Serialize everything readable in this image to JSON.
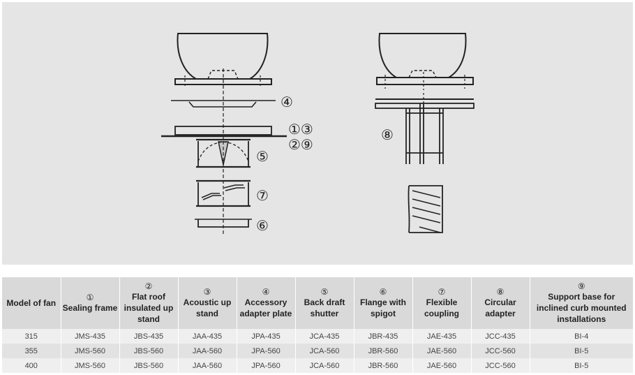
{
  "callouts": {
    "c4": "④",
    "c13": "①③",
    "c29": "②⑨",
    "c5": "⑤",
    "c7": "⑦",
    "c6": "⑥",
    "c8": "⑧"
  },
  "table": {
    "headers": [
      {
        "num": "",
        "label": "Model of fan"
      },
      {
        "num": "①",
        "label": "Sealing frame"
      },
      {
        "num": "②",
        "label": "Flat roof insulated up stand"
      },
      {
        "num": "③",
        "label": "Acoustic up stand"
      },
      {
        "num": "④",
        "label": "Accessory adapter plate"
      },
      {
        "num": "⑤",
        "label": "Back draft shutter"
      },
      {
        "num": "⑥",
        "label": "Flange with spigot"
      },
      {
        "num": "⑦",
        "label": "Flexible coupling"
      },
      {
        "num": "⑧",
        "label": "Circular adapter"
      },
      {
        "num": "⑨",
        "label": "Support base for inclined curb mounted installations"
      }
    ],
    "rows": [
      [
        "315",
        "JMS-435",
        "JBS-435",
        "JAA-435",
        "JPA-435",
        "JCA-435",
        "JBR-435",
        "JAE-435",
        "JCC-435",
        "BI-4"
      ],
      [
        "355",
        "JMS-560",
        "JBS-560",
        "JAA-560",
        "JPA-560",
        "JCA-560",
        "JBR-560",
        "JAE-560",
        "JCC-560",
        "BI-5"
      ],
      [
        "400",
        "JMS-560",
        "JBS-560",
        "JAA-560",
        "JPA-560",
        "JCA-560",
        "JBR-560",
        "JAE-560",
        "JCC-560",
        "BI-5"
      ]
    ]
  }
}
